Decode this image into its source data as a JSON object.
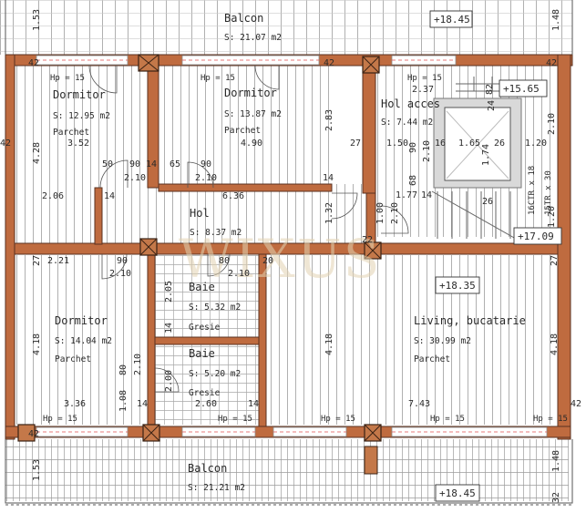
{
  "watermark": "WIXUS",
  "rooms": {
    "balcon_top": {
      "name": "Balcon",
      "area": "S: 21.07 m2"
    },
    "dormitor1": {
      "name": "Dormitor",
      "area": "S: 12.95 m2",
      "floor": "Parchet"
    },
    "dormitor2": {
      "name": "Dormitor",
      "area": "S: 13.87 m2",
      "floor": "Parchet"
    },
    "hol_acces": {
      "name": "Hol acces",
      "area": "S: 7.44 m2"
    },
    "hol": {
      "name": "Hol",
      "area": "S: 8.37 m2"
    },
    "dormitor3": {
      "name": "Dormitor",
      "area": "S: 14.04 m2",
      "floor": "Parchet"
    },
    "baie1": {
      "name": "Baie",
      "area": "S: 5.32 m2",
      "floor": "Gresie"
    },
    "baie2": {
      "name": "Baie",
      "area": "S: 5.20 m2",
      "floor": "Gresie"
    },
    "living": {
      "name": "Living, bucatarie",
      "area": "S: 30.99 m2",
      "floor": "Parchet"
    },
    "balcon_bottom": {
      "name": "Balcon",
      "area": "S: 21.21 m2"
    }
  },
  "levels": [
    "+18.45",
    "+15.65",
    "+17.09",
    "+18.35",
    "+18.45"
  ],
  "hp": [
    "Hp = 15",
    "Hp = 15",
    "Hp = 15",
    "Hp = 15",
    "Hp = 15",
    "Hp = 15",
    "Hp = 15",
    "Hp = 15"
  ],
  "stair": {
    "top": "16CTR x 18",
    "bottom": "15TR x 30"
  },
  "dims": {
    "d_1_53_t": "1.53",
    "d_1_48_t": "1.48",
    "d_42_a": "42",
    "d_42_b": "42",
    "d_42_c": "42",
    "d_42_l": "42",
    "d_4_28": "4.28",
    "d_3_52": "3.52",
    "d_4_90": "4.90",
    "d_2_83": "2.83",
    "d_27_a": "27",
    "d_2_37": "2.37",
    "d_82": "82",
    "d_24": "24",
    "d_2_10_r": "2.10",
    "d_1_50": "1.50",
    "d_90_s": "90",
    "d_16": "16",
    "d_1_65": "1.65",
    "d_26_a": "26",
    "d_1_20_a": "1.20",
    "d_1_74": "1.74",
    "d_2_10_s": "2.10",
    "d_68": "68",
    "d_26_b": "26",
    "d_1_77": "1.77",
    "d_14_s": "14",
    "d_1_20_b": "1.20",
    "d_50": "50",
    "d_90_a": "90",
    "d_14_a": "14",
    "d_65": "65",
    "d_90_b": "90",
    "d_2_10_a": "2.10",
    "d_2_10_b": "2.10",
    "d_14_b": "14",
    "d_2_06": "2.06",
    "d_14_c": "14",
    "d_6_36": "6.36",
    "d_1_32": "1.32",
    "d_1_00": "1.00",
    "d_2_10_c": "2.10",
    "d_22": "22",
    "d_27_b": "27",
    "d_2_21": "2.21",
    "d_90_c": "90",
    "d_2_10_d": "2.10",
    "d_80_a": "80",
    "d_20": "20",
    "d_2_10_e": "2.10",
    "d_27_c": "27",
    "d_2_05": "2.05",
    "d_14_d": "14",
    "d_4_18_a": "4.18",
    "d_4_18_b": "4.18",
    "d_4_18_c": "4.18",
    "d_80_b": "80",
    "d_2_10_f": "2.10",
    "d_2_00": "2.00",
    "d_1_08": "1.08",
    "d_14_e": "14",
    "d_3_36": "3.36",
    "d_2_60": "2.60",
    "d_14_f": "14",
    "d_7_43": "7.43",
    "d_42_d": "42",
    "d_42_r": "42",
    "d_1_53_b": "1.53",
    "d_1_48_b": "1.48",
    "d_32": "32"
  }
}
